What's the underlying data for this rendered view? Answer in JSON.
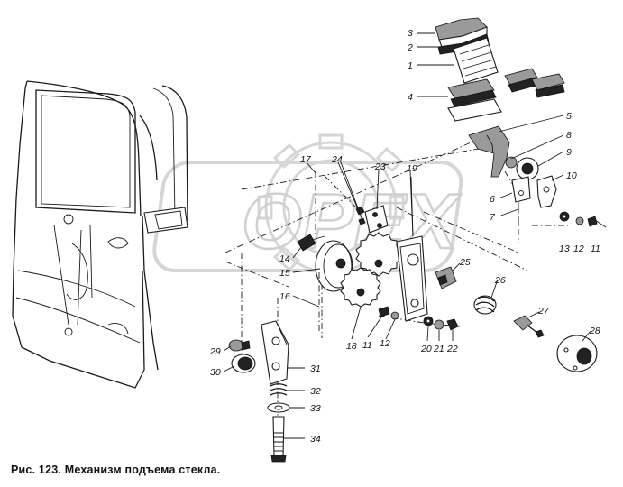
{
  "caption": "Рис. 123. Механизм подъема стекла.",
  "watermark": {
    "text": "OPEX",
    "color": "#c8c8c8"
  },
  "callouts": [
    "1",
    "2",
    "3",
    "4",
    "5",
    "6",
    "7",
    "8",
    "9",
    "10",
    "11",
    "11",
    "11",
    "12",
    "12",
    "13",
    "14",
    "15",
    "16",
    "17",
    "18",
    "19",
    "20",
    "21",
    "22",
    "23",
    "24",
    "25",
    "26",
    "27",
    "28",
    "29",
    "30",
    "31",
    "32",
    "33",
    "34"
  ]
}
